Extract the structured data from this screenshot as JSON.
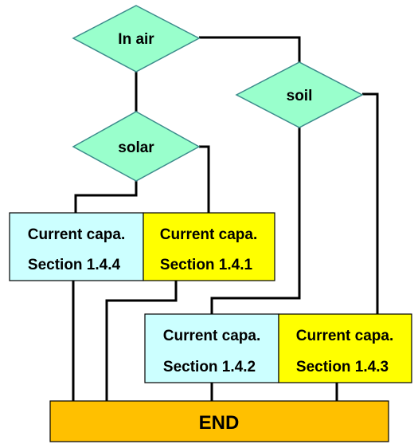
{
  "diagram": {
    "decisions": {
      "in_air": "In air",
      "soil": "soil",
      "solar": "solar"
    },
    "boxes": {
      "b144": {
        "line1": "Current capa.",
        "line2": "Section 1.4.4",
        "fill": "#ccffff"
      },
      "b141": {
        "line1": "Current capa.",
        "line2": "Section 1.4.1",
        "fill": "#ffff00"
      },
      "b142": {
        "line1": "Current capa.",
        "line2": "Section 1.4.2",
        "fill": "#ccffff"
      },
      "b143": {
        "line1": "Current capa.",
        "line2": "Section 1.4.3",
        "fill": "#ffff00"
      }
    },
    "end": {
      "label": "END",
      "fill": "#ffc000"
    },
    "colors": {
      "diamond_fill": "#99ffcc",
      "diamond_stroke": "#3c8c8c",
      "line": "#000000"
    }
  }
}
